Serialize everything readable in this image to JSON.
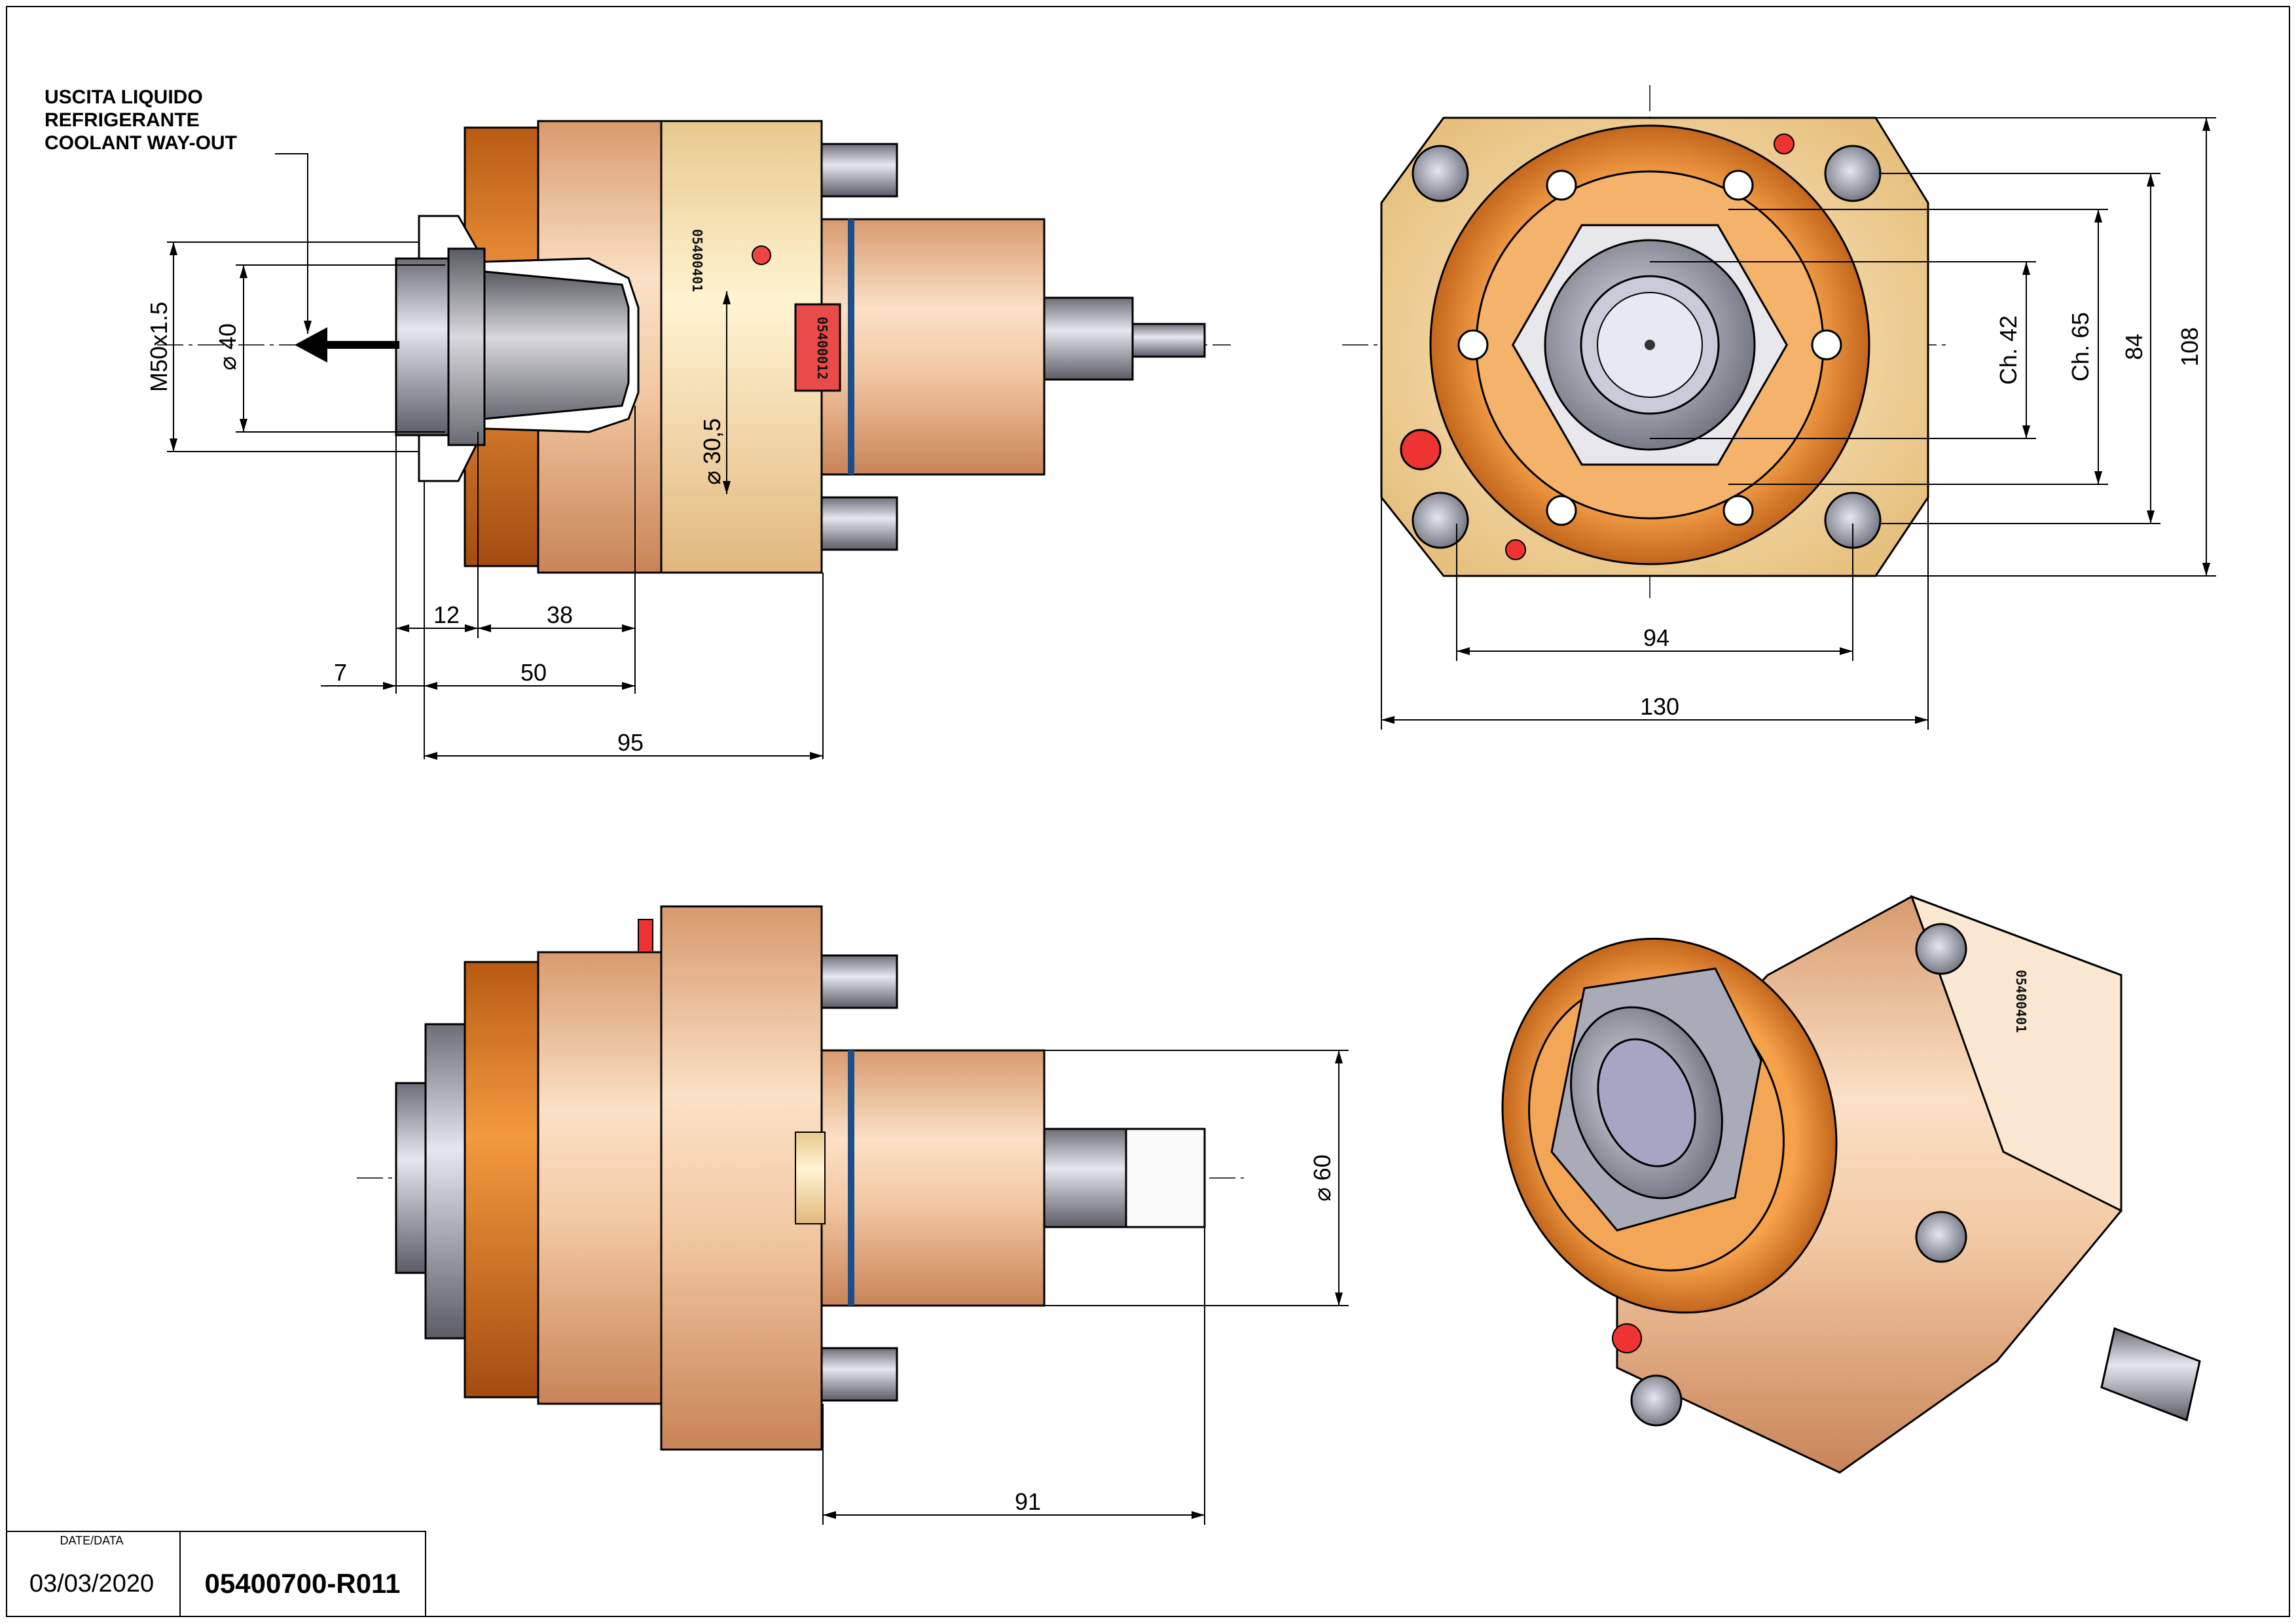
{
  "note": {
    "line1": "USCITA LIQUIDO",
    "line2": "REFRIGERANTE",
    "line3": "COOLANT WAY-OUT"
  },
  "front_view": {
    "thread": "M50x1.5",
    "dia_40": "40",
    "dia_30_5": "30,5",
    "dim_12": "12",
    "dim_38": "38",
    "dim_7": "7",
    "dim_50": "50",
    "dim_95": "95",
    "engraving_1": "05400401",
    "engraving_2": "05400012"
  },
  "end_view": {
    "ch42": "Ch. 42",
    "ch65": "Ch. 65",
    "dim_84": "84",
    "dim_108": "108",
    "dim_94": "94",
    "dim_130": "130"
  },
  "side_view": {
    "dia_60": "60",
    "dim_91": "91"
  },
  "iso_view": {
    "engraving": "05400401"
  },
  "title_block": {
    "date_label": "DATE/DATA",
    "date": "03/03/2020",
    "code": "05400700-R011"
  },
  "colors": {
    "body_light": "#f6dcc0",
    "body_mid": "#e9b48c",
    "flange_orange": "#d9782a",
    "steel": "#b8b8c0",
    "yellow_block": "#fbeec3"
  }
}
